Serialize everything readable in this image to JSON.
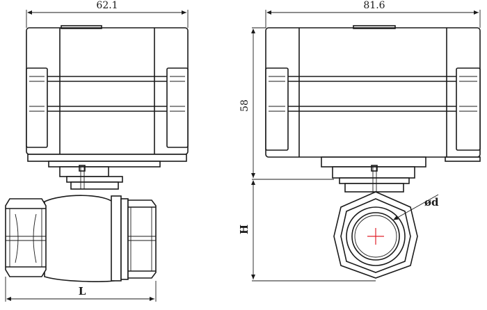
{
  "dimensions": {
    "front_width": "62.1",
    "side_width": "81.6",
    "actuator_height": "58",
    "total_height": "H",
    "valve_length": "L",
    "port_diameter": "ød"
  },
  "colors": {
    "line": "#1a1a1a",
    "centre_mark": "#e0202a",
    "background": "#ffffff"
  }
}
